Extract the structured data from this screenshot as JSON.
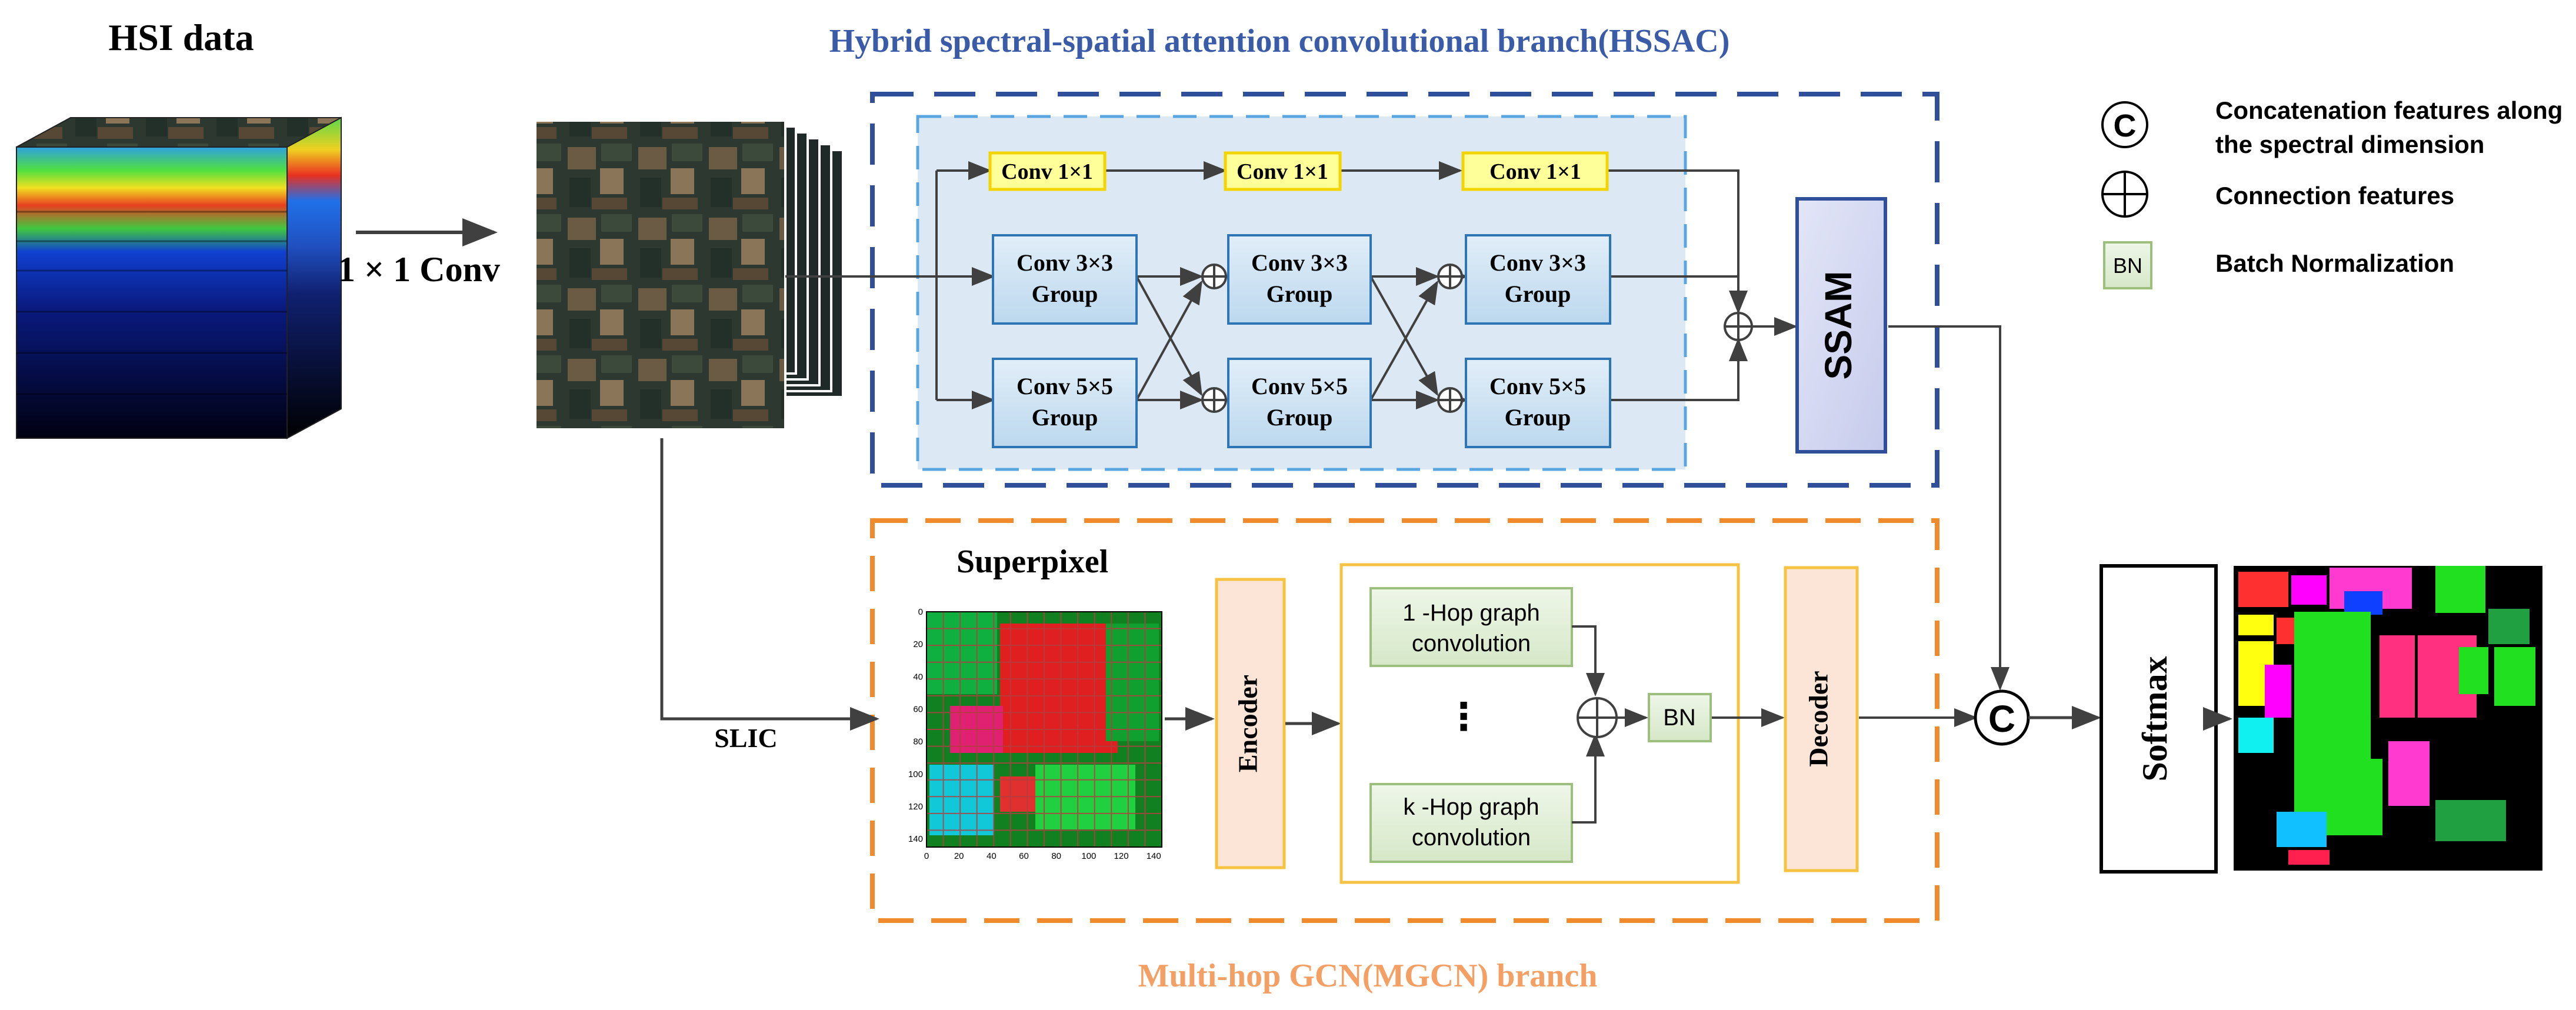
{
  "hsi": {
    "title": "HSI data",
    "conv_label": "1 × 1 Conv"
  },
  "hssac": {
    "title": "Hybrid spectral-spatial attention convolutional branch(HSSAC)",
    "conv1_label": "Conv  1×1",
    "conv3_line1": "Conv  3×3",
    "conv5_line1": "Conv  5×5",
    "group_line2": "Group",
    "ssam_label": "SSAM"
  },
  "mgcn": {
    "title": "Multi-hop GCN(MGCN) branch",
    "superpixel_label": "Superpixel",
    "slic_label": "SLIC",
    "encoder_label": "Encoder",
    "decoder_label": "Decoder",
    "hop1_line1": "1 -Hop graph",
    "hop1_line2": "convolution",
    "hopk_line1": "k -Hop graph",
    "hopk_line2": "convolution",
    "ellipsis": "⋮",
    "bn_label": "BN",
    "superpixel_ticks": [
      "0",
      "20",
      "40",
      "60",
      "80",
      "100",
      "120",
      "140"
    ]
  },
  "fusion": {
    "concat_symbol": "C",
    "softmax_label": "Softmax"
  },
  "legend": {
    "concat_symbol": "C",
    "concat_line1": "Concatenation features along",
    "concat_line2": "the spectral dimension",
    "connection_label": "Connection features",
    "bn_box": "BN",
    "bn_label": "Batch Normalization"
  },
  "colors": {
    "hssac_title": "#3a5ca8",
    "mgcn_title": "#f4a064",
    "outer_blue_dash": "#2f4f9a",
    "inner_blue_dash": "#5aa6e0",
    "inner_blue_fill": "#dce9f5",
    "orange_dash": "#f08a2c",
    "conv1_fill": "#ffff99",
    "conv1_stroke": "#f2d400",
    "group_fill": "#cfe3f2",
    "group_stroke": "#2e75b6",
    "ssam_fill": "#d6daf1",
    "ssam_stroke": "#2f4f9a",
    "coder_fill": "#fce4d6",
    "coder_stroke": "#f5c242",
    "gcn_fill": "#e2efd9",
    "gcn_stroke": "#9cbf7d",
    "arrow": "#404040"
  }
}
